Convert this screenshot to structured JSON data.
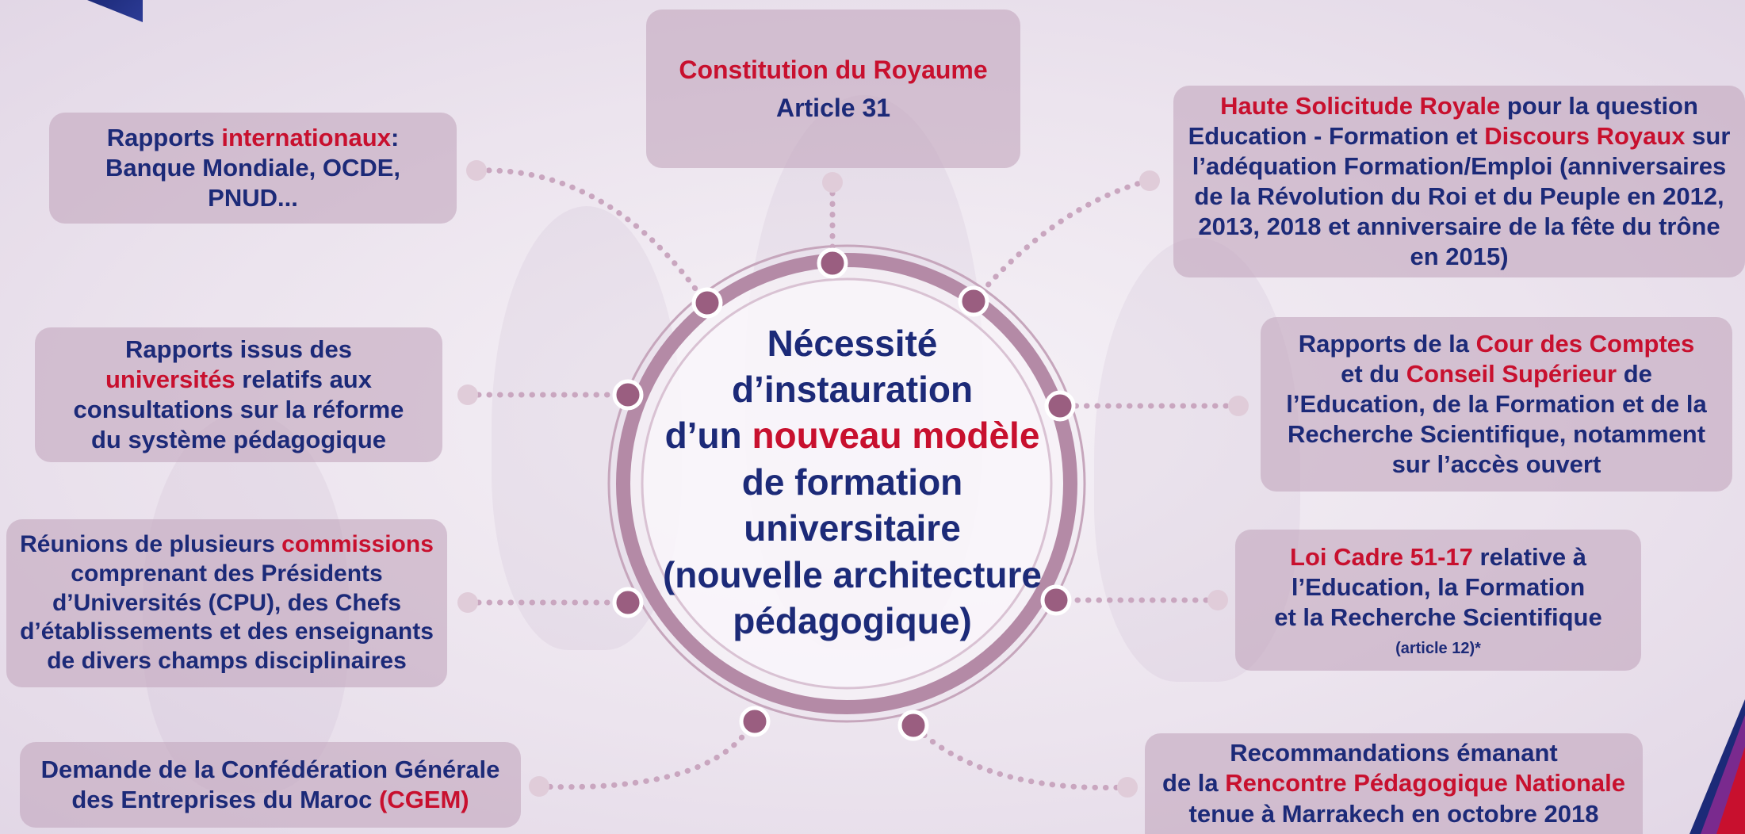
{
  "center": {
    "lines": [
      [
        {
          "t": "Nécessité",
          "h": false
        }
      ],
      [
        {
          "t": "d’instauration",
          "h": false
        }
      ],
      [
        {
          "t": "d’un ",
          "h": false
        },
        {
          "t": "nouveau modèle",
          "h": true
        }
      ],
      [
        {
          "t": "de formation",
          "h": false
        }
      ],
      [
        {
          "t": "universitaire",
          "h": false
        }
      ],
      [
        {
          "t": "(nouvelle architecture",
          "h": false
        }
      ],
      [
        {
          "t": "pédagogique)",
          "h": false
        }
      ]
    ]
  },
  "boxes": {
    "constitution": {
      "lines": [
        [
          {
            "t": "Constitution du Royaume",
            "h": true
          }
        ],
        [
          {
            "t": "Article 31",
            "h": false
          }
        ]
      ]
    },
    "rapports_internationaux": {
      "lines": [
        [
          {
            "t": "Rapports ",
            "h": false
          },
          {
            "t": "internationaux",
            "h": true
          },
          {
            "t": ":",
            "h": false
          }
        ],
        [
          {
            "t": "Banque Mondiale, OCDE,",
            "h": false
          }
        ],
        [
          {
            "t": "PNUD...",
            "h": false
          }
        ]
      ]
    },
    "haute_solicitude": {
      "lines": [
        [
          {
            "t": "Haute Solicitude Royale",
            "h": true
          },
          {
            "t": " pour la question",
            "h": false
          }
        ],
        [
          {
            "t": "Education - Formation et ",
            "h": false
          },
          {
            "t": "Discours Royaux",
            "h": true
          },
          {
            "t": " sur",
            "h": false
          }
        ],
        [
          {
            "t": "l’adéquation Formation/Emploi (anniversaires",
            "h": false
          }
        ],
        [
          {
            "t": "de la Révolution du Roi et du Peuple en 2012,",
            "h": false
          }
        ],
        [
          {
            "t": "2013, 2018 et anniversaire de la fête du trône",
            "h": false
          }
        ],
        [
          {
            "t": "en 2015)",
            "h": false
          }
        ]
      ]
    },
    "rapports_universites": {
      "lines": [
        [
          {
            "t": "Rapports issus des",
            "h": false
          }
        ],
        [
          {
            "t": "universités",
            "h": true
          },
          {
            "t": " relatifs aux",
            "h": false
          }
        ],
        [
          {
            "t": "consultations sur la réforme",
            "h": false
          }
        ],
        [
          {
            "t": "du système pédagogique",
            "h": false
          }
        ]
      ]
    },
    "cour_des_comptes": {
      "lines": [
        [
          {
            "t": "Rapports de la ",
            "h": false
          },
          {
            "t": "Cour des Comptes",
            "h": true
          }
        ],
        [
          {
            "t": "et du ",
            "h": false
          },
          {
            "t": "Conseil Supérieur",
            "h": true
          },
          {
            "t": " de",
            "h": false
          }
        ],
        [
          {
            "t": "l’Education, de la Formation et de la",
            "h": false
          }
        ],
        [
          {
            "t": "Recherche Scientifique, notamment",
            "h": false
          }
        ],
        [
          {
            "t": "sur l’accès ouvert",
            "h": false
          }
        ]
      ]
    },
    "reunions_commissions": {
      "lines": [
        [
          {
            "t": "Réunions de plusieurs ",
            "h": false
          },
          {
            "t": "commissions",
            "h": true
          }
        ],
        [
          {
            "t": "comprenant des Présidents",
            "h": false
          }
        ],
        [
          {
            "t": "d’Universités (CPU), des Chefs",
            "h": false
          }
        ],
        [
          {
            "t": "d’établissements et des enseignants",
            "h": false
          }
        ],
        [
          {
            "t": "de divers champs disciplinaires",
            "h": false
          }
        ]
      ]
    },
    "loi_cadre": {
      "lines": [
        [
          {
            "t": "Loi Cadre 51-17",
            "h": true
          },
          {
            "t": " relative à",
            "h": false
          }
        ],
        [
          {
            "t": "l’Education, la Formation",
            "h": false
          }
        ],
        [
          {
            "t": "et la Recherche Scientifique",
            "h": false
          }
        ],
        [
          {
            "t": "(article 12)*",
            "h": false
          }
        ]
      ]
    },
    "cgem": {
      "lines": [
        [
          {
            "t": "Demande de la Confédération Générale",
            "h": false
          }
        ],
        [
          {
            "t": "des Entreprises du Maroc ",
            "h": false
          },
          {
            "t": "(CGEM)",
            "h": true
          }
        ]
      ]
    },
    "recommandations": {
      "lines": [
        [
          {
            "t": "Recommandations émanant",
            "h": false
          }
        ],
        [
          {
            "t": "de la ",
            "h": false
          },
          {
            "t": "Rencontre Pédagogique Nationale",
            "h": true
          }
        ],
        [
          {
            "t": "tenue à Marrakech en octobre 2018",
            "h": false
          }
        ]
      ]
    }
  },
  "colors": {
    "primary_text": "#1c2a78",
    "highlight_text": "#c8102e",
    "box_fill": "#c4a8be",
    "node_fill": "#9a5e80",
    "ring_color": "#c6a6bc"
  }
}
